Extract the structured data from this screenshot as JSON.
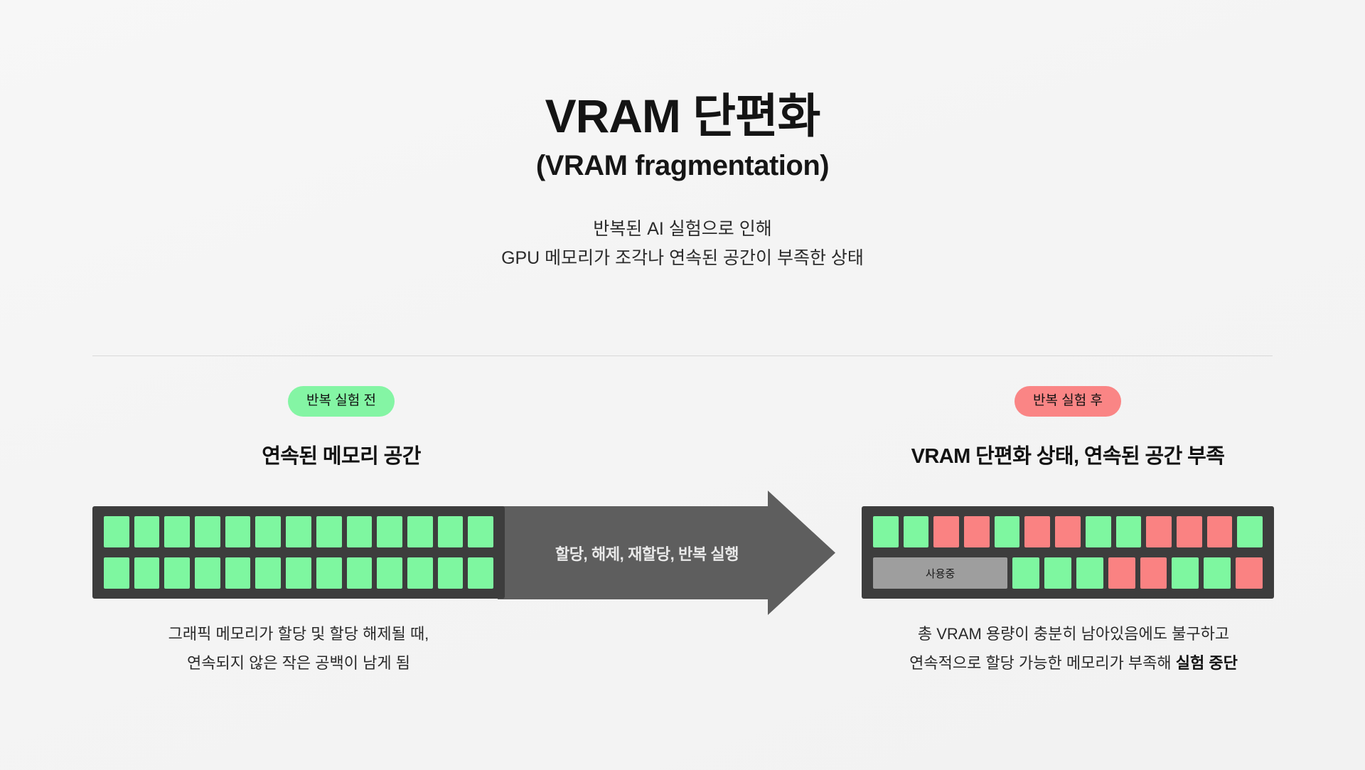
{
  "header": {
    "title_ko": "VRAM 단편화",
    "title_en": "(VRAM fragmentation)",
    "subtitle_line1": "반복된 AI 실험으로 인해",
    "subtitle_line2": "GPU 메모리가 조각나 연속된 공간이 부족한 상태"
  },
  "before": {
    "badge": "반복 실험 전",
    "heading": "연속된 메모리 공간",
    "caption_line1": "그래픽 메모리가 할당 및 할당 해제될 때,",
    "caption_line2": "연속되지 않은 작은 공백이 남게 됨"
  },
  "after": {
    "badge": "반복 실험 후",
    "heading": "VRAM 단편화 상태, 연속된 공간 부족",
    "caption_line1": "총 VRAM 용량이 충분히 남아있음에도 불구하고",
    "caption_line2_prefix": "연속적으로 할당 가능한 메모리가 부족해 ",
    "caption_line2_bold": "실험 중단"
  },
  "arrow": {
    "label": "할당, 해제, 재할당, 반복 실행"
  },
  "memory": {
    "busy_label": "사용중",
    "before_row_top": [
      "free",
      "free",
      "free",
      "free",
      "free",
      "free",
      "free",
      "free",
      "free",
      "free",
      "free",
      "free",
      "free"
    ],
    "before_row_bottom": [
      "free",
      "free",
      "free",
      "free",
      "free",
      "free",
      "free",
      "free",
      "free",
      "free",
      "free",
      "free",
      "free"
    ],
    "after_row_top": [
      "free",
      "free",
      "used",
      "used",
      "free",
      "used",
      "used",
      "free",
      "free",
      "used",
      "used",
      "used",
      "free"
    ],
    "after_row_bottom": [
      "busy",
      "free",
      "free",
      "free",
      "used",
      "used",
      "free",
      "free",
      "used"
    ],
    "busy_span": 5
  },
  "colors": {
    "free": "#7ef7a0",
    "used": "#fa8282",
    "busy": "#9e9e9e",
    "panel": "#3d3d3d",
    "arrow_body": "#5e5e5e",
    "badge_before": "#84f5a4",
    "badge_after": "#fa8585",
    "background": "#f5f5f5"
  }
}
